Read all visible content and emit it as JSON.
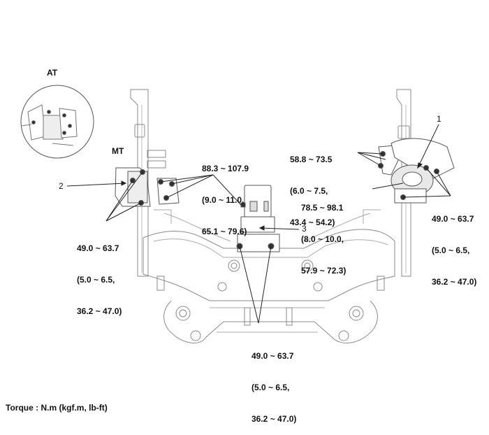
{
  "inset_label": "AT",
  "section_label": "MT",
  "callouts": [
    "1",
    "2",
    "3"
  ],
  "torque_specs": {
    "left_mount": [
      "49.0 ~ 63.7",
      "(5.0 ~ 6.5,",
      "36.2 ~ 47.0)"
    ],
    "left_bracket": [
      "88.3 ~ 107.9",
      "(9.0 ~ 11.0,",
      "65.1 ~ 79.6)"
    ],
    "right_upper": [
      "58.8 ~ 73.5",
      "(6.0 ~ 7.5,",
      "43.4 ~ 54.2)"
    ],
    "right_center": [
      "78.5 ~ 98.1",
      "(8.0 ~ 10.0,",
      "57.9 ~ 72.3)"
    ],
    "right_lower": [
      "49.0 ~ 63.7",
      "(5.0 ~ 6.5,",
      "36.2 ~ 47.0)"
    ],
    "bottom": [
      "49.0 ~ 63.7",
      "(5.0 ~ 6.5,",
      "36.2 ~ 47.0)"
    ]
  },
  "footer": "Torque : N.m (kgf.m, lb-ft)",
  "colors": {
    "line": "#333333",
    "light": "#9a9a9a",
    "text": "#111111"
  }
}
